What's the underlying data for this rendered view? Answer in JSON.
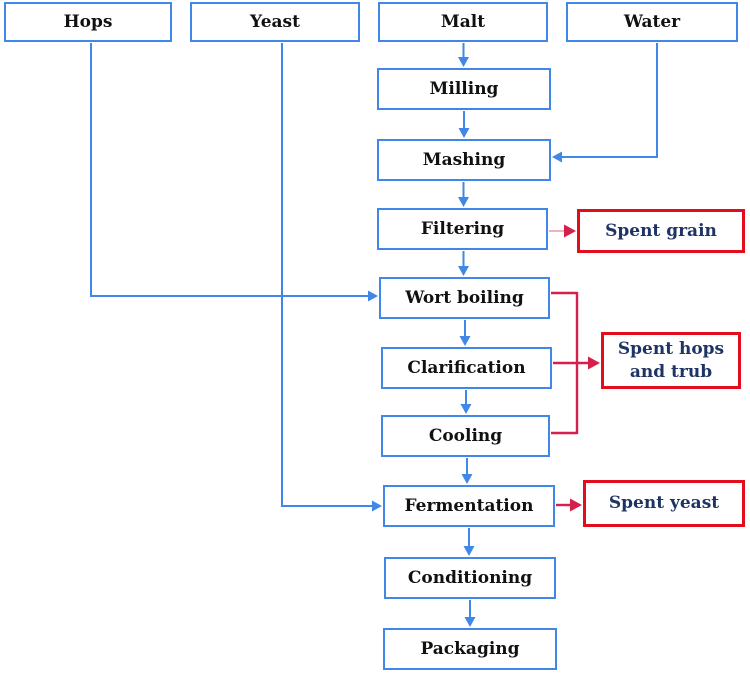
{
  "diagram": {
    "type": "flowchart",
    "subject": "Beer brewing process flow with ingredient inputs and by-product outputs",
    "ingredients": [
      {
        "id": "hops",
        "label": "Hops"
      },
      {
        "id": "yeast",
        "label": "Yeast"
      },
      {
        "id": "malt",
        "label": "Malt"
      },
      {
        "id": "water",
        "label": "Water"
      }
    ],
    "steps": [
      {
        "id": "milling",
        "label": "Milling"
      },
      {
        "id": "mashing",
        "label": "Mashing"
      },
      {
        "id": "filtering",
        "label": "Filtering"
      },
      {
        "id": "wort-boiling",
        "label": "Wort boiling"
      },
      {
        "id": "clarification",
        "label": "Clarification"
      },
      {
        "id": "cooling",
        "label": "Cooling"
      },
      {
        "id": "fermentation",
        "label": "Fermentation"
      },
      {
        "id": "conditioning",
        "label": "Conditioning"
      },
      {
        "id": "packaging",
        "label": "Packaging"
      }
    ],
    "byproducts": [
      {
        "id": "spent-grain",
        "label": "Spent grain"
      },
      {
        "id": "spent-hops-and-trub",
        "label": "Spent hops and trub"
      },
      {
        "id": "spent-yeast",
        "label": "Spent yeast"
      }
    ],
    "edges": [
      {
        "from": "Malt",
        "to": "Milling",
        "color": "blue"
      },
      {
        "from": "Milling",
        "to": "Mashing",
        "color": "blue"
      },
      {
        "from": "Water",
        "to": "Mashing",
        "color": "blue"
      },
      {
        "from": "Mashing",
        "to": "Filtering",
        "color": "blue"
      },
      {
        "from": "Filtering",
        "to": "Wort boiling",
        "color": "blue"
      },
      {
        "from": "Hops",
        "to": "Wort boiling",
        "color": "blue"
      },
      {
        "from": "Filtering",
        "to": "Spent grain",
        "color": "red"
      },
      {
        "from": "Wort boiling",
        "to": "Clarification",
        "color": "blue"
      },
      {
        "from": "Wort boiling",
        "to": "Spent hops and trub",
        "color": "red"
      },
      {
        "from": "Clarification",
        "to": "Spent hops and trub",
        "color": "red"
      },
      {
        "from": "Cooling",
        "to": "Spent hops and trub",
        "color": "red"
      },
      {
        "from": "Clarification",
        "to": "Cooling",
        "color": "blue"
      },
      {
        "from": "Cooling",
        "to": "Fermentation",
        "color": "blue"
      },
      {
        "from": "Yeast",
        "to": "Fermentation",
        "color": "blue"
      },
      {
        "from": "Fermentation",
        "to": "Spent yeast",
        "color": "red"
      },
      {
        "from": "Fermentation",
        "to": "Conditioning",
        "color": "blue"
      },
      {
        "from": "Conditioning",
        "to": "Packaging",
        "color": "blue"
      }
    ]
  },
  "colors": {
    "blue": "#4187e7",
    "red": "#e30d1e",
    "crimson": "#d6204b",
    "pink": "#f0a2ba",
    "navy": "#1e3464",
    "ink": "#111111"
  }
}
